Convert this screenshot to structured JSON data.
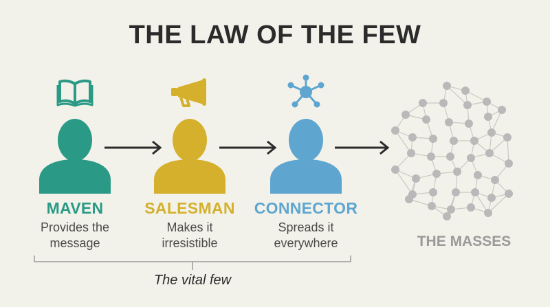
{
  "title": "THE LAW OF THE FEW",
  "roles": [
    {
      "name": "MAVEN",
      "line1": "Provides the",
      "line2": "message",
      "icon": "book-icon",
      "color": "#2a9a86"
    },
    {
      "name": "SALESMAN",
      "line1": "Makes it",
      "line2": "irresistible",
      "icon": "megaphone-icon",
      "color": "#d4b02c"
    },
    {
      "name": "CONNECTOR",
      "line1": "Spreads it",
      "line2": "everywhere",
      "icon": "network-icon",
      "color": "#5ea6cf"
    }
  ],
  "vital_few": "The vital few",
  "masses": "THE MASSES",
  "colors": {
    "background": "#f3f2ea",
    "title": "#2b2b2b",
    "masses": "#b9b9b9",
    "arrow": "#2b2b2b"
  }
}
